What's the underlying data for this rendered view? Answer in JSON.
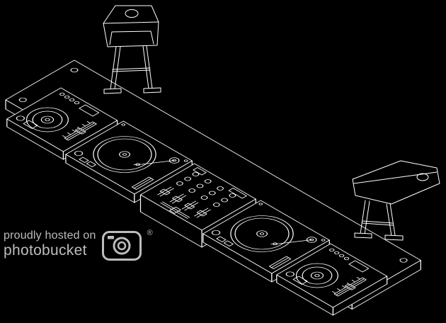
{
  "watermark": {
    "line1": "proudly hosted on",
    "line2": "photobucket",
    "registered_mark": "®"
  },
  "icons": {
    "photobucket_camera": "rounded-square-camera-outline"
  },
  "colors": {
    "background": "#000000",
    "line": "#ffffff",
    "watermark": "#bdbdbd"
  }
}
